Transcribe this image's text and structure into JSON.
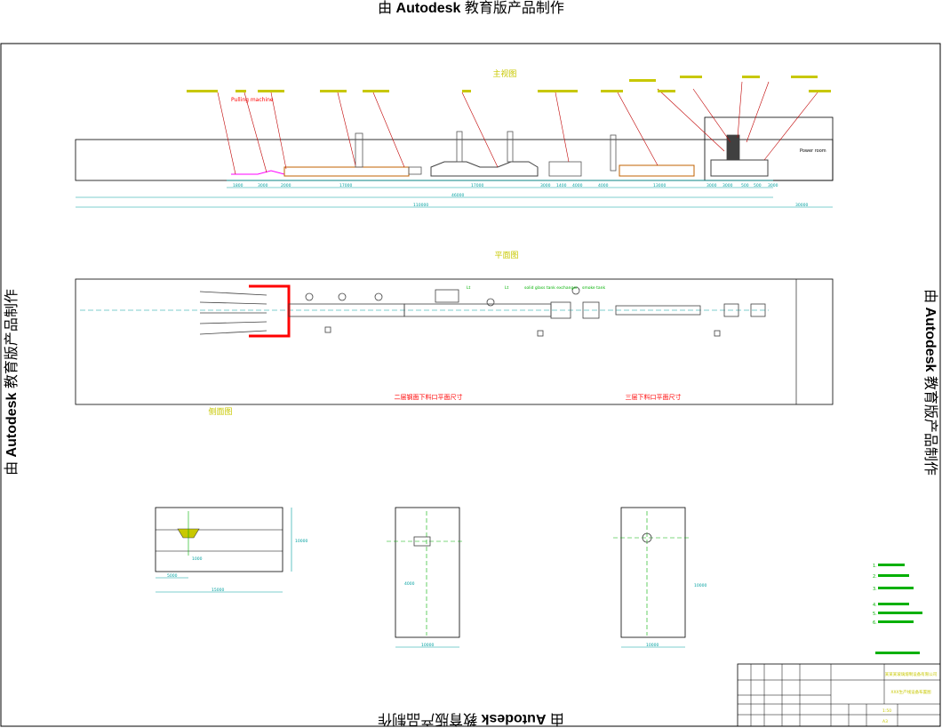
{
  "watermark": {
    "prefix": "由",
    "brand": "Autodesk",
    "suffix": "教育版产品制作"
  },
  "colors": {
    "frame": "#000000",
    "dimension": "#00a0a0",
    "leader": "#c00000",
    "label": "#c8c800",
    "highlight": "#ff0000",
    "note": "#00b000",
    "equipment": "#202020"
  },
  "drawing": {
    "front_view_title": "主视图",
    "plan_view_title": "平面图",
    "side_view_title": "侧面图",
    "section_b_title": "二层钢面下料口平面尺寸",
    "section_c_title": "三层下料口平面尺寸",
    "overall_dims": {
      "front_total": "110000",
      "front_sub": "46000",
      "front_right": "30000"
    },
    "front_dims": [
      "1800",
      "3000",
      "2000",
      "17000",
      "17000",
      "3000",
      "1400",
      "4000",
      "4000",
      "13000",
      "3000",
      "3000",
      "500",
      "500",
      "3000"
    ],
    "front_labels": [
      "Pulling machine",
      "Power room"
    ],
    "plan_labels": [
      "Lt",
      "Lt",
      "solid glass tank exchanger",
      "smoke tank"
    ],
    "side_dims": [
      "5000",
      "15000",
      "10000",
      "1000"
    ],
    "section_dims": [
      "10000",
      "4000",
      "10000",
      "10000"
    ],
    "notes": [
      "1.",
      "2.",
      "3.",
      "4.",
      "5.",
      "6."
    ]
  },
  "title_block": {
    "project": "某某某玻璃熔制设备有限公司",
    "drawing_name": "XXX生产线设备布置图",
    "scale": "1:50",
    "sheet": "A3"
  }
}
